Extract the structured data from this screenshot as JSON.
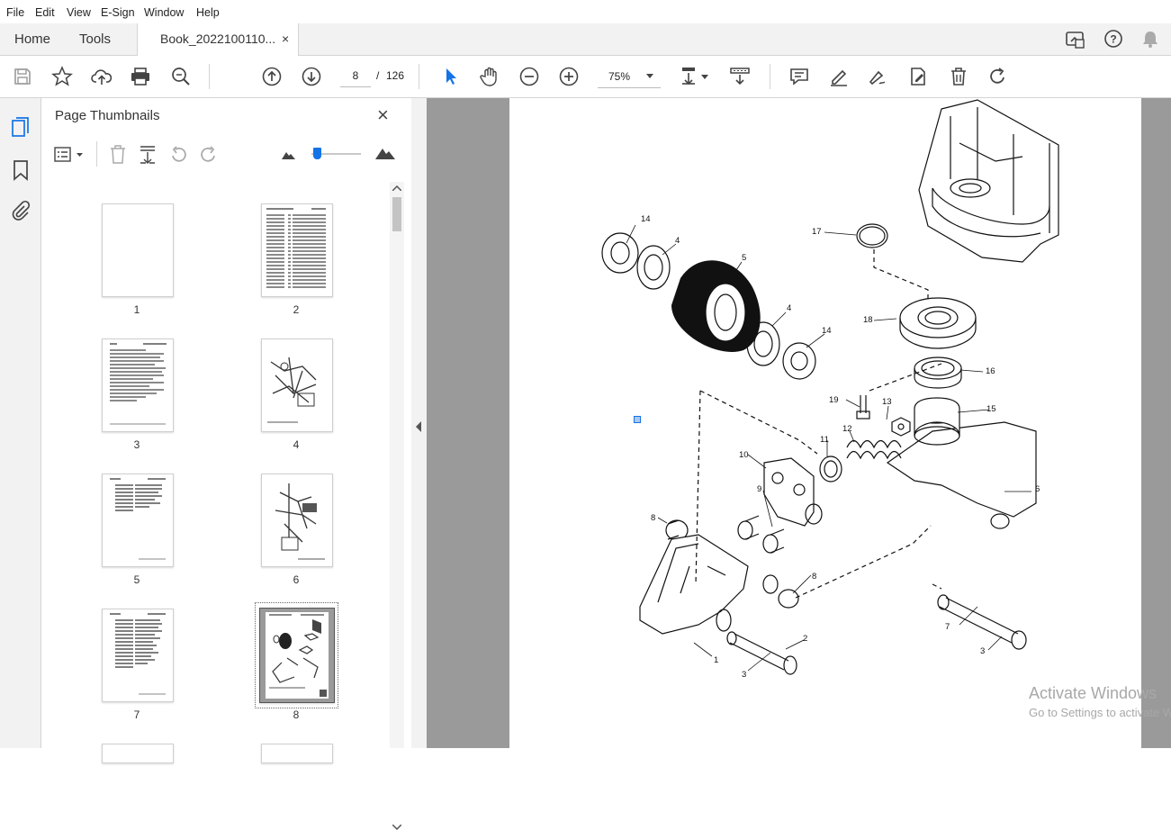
{
  "menu": [
    "File",
    "Edit",
    "View",
    "E-Sign",
    "Window",
    "Help"
  ],
  "tabs": {
    "home": "Home",
    "tools": "Tools",
    "document": "Book_2022100110...",
    "close": "×"
  },
  "toolbar": {
    "current_page": "8",
    "page_separator": "/",
    "total_pages": "126",
    "zoom": "75%"
  },
  "panel": {
    "title": "Page Thumbnails",
    "close": "×"
  },
  "thumbnails": [
    {
      "label": "1"
    },
    {
      "label": "2"
    },
    {
      "label": "3"
    },
    {
      "label": "4"
    },
    {
      "label": "5"
    },
    {
      "label": "6"
    },
    {
      "label": "7"
    },
    {
      "label": "8"
    }
  ],
  "diagram_callouts": [
    "14",
    "4",
    "5",
    "4",
    "14",
    "17",
    "18",
    "16",
    "19",
    "13",
    "15",
    "11",
    "12",
    "10",
    "9",
    "6",
    "8",
    "8",
    "2",
    "3",
    "1",
    "7",
    "3"
  ],
  "watermark": {
    "line1": "Activate Windows",
    "line2": "Go to Settings to activate Windows."
  },
  "colors": {
    "accent": "#1473e6",
    "chrome": "#f2f2f2",
    "doc_bg": "#9a9a9a"
  }
}
